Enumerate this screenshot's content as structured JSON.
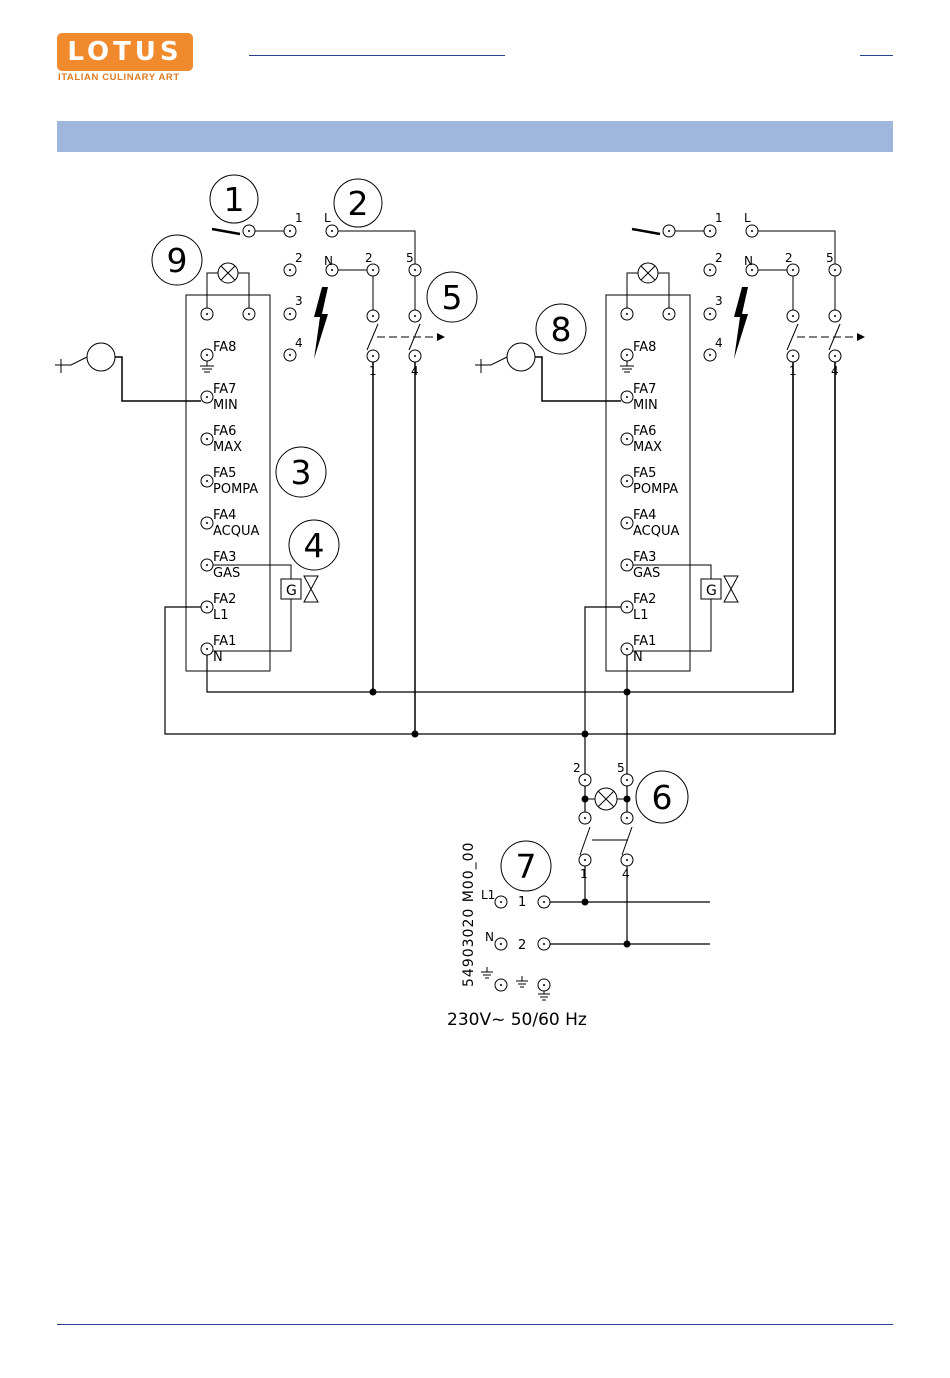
{
  "header": {
    "logo_text": "LOTUS",
    "tagline": "ITALIAN CULINARY ART"
  },
  "diagram": {
    "callouts": [
      "1",
      "2",
      "3",
      "4",
      "5",
      "6",
      "7",
      "8",
      "9"
    ],
    "board_terminals": [
      {
        "code": "FA8",
        "label": ""
      },
      {
        "code": "FA7",
        "label": "MIN"
      },
      {
        "code": "FA6",
        "label": "MAX"
      },
      {
        "code": "FA5",
        "label": "POMPA"
      },
      {
        "code": "FA4",
        "label": "ACQUA"
      },
      {
        "code": "FA3",
        "label": "GAS"
      },
      {
        "code": "FA2",
        "label": "L1"
      },
      {
        "code": "FA1",
        "label": "N"
      }
    ],
    "switch_labels": {
      "l": "L",
      "n": "N",
      "t1": "1",
      "t2": "2",
      "t3": "3",
      "t4": "4",
      "t5": "5"
    },
    "valve_label": "G",
    "document_code": "54903020 M00_00",
    "supply_terminals": {
      "l1": "L1",
      "n": "N",
      "n1": "1",
      "n2": "2"
    },
    "supply_rating": "230V~ 50/60 Hz"
  }
}
